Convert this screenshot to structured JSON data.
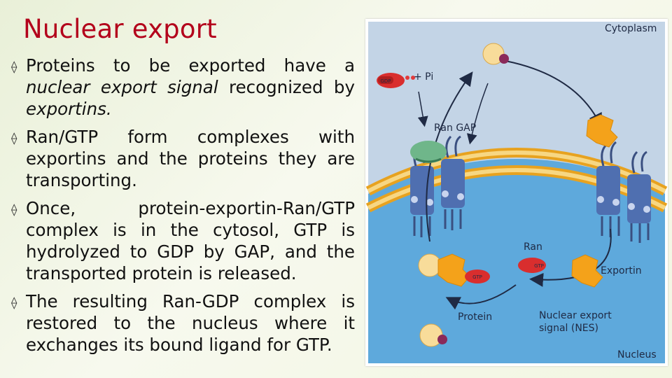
{
  "slide": {
    "title": "Nuclear export",
    "bullets": [
      {
        "parts": [
          {
            "text": "Proteins to be exported have a ",
            "italic": false
          },
          {
            "text": "nuclear export signal",
            "italic": true
          },
          {
            "text": " recognized by ",
            "italic": false
          },
          {
            "text": "exportins.",
            "italic": true
          }
        ]
      },
      {
        "parts": [
          {
            "text": "Ran/GTP form complexes with exportins and the proteins they are transporting.",
            "italic": false
          }
        ]
      },
      {
        "parts": [
          {
            "text": "Once, protein-exportin-Ran/GTP complex is in the cytosol, GTP is hydrolyzed to GDP by GAP, and the transported protein is released.",
            "italic": false
          }
        ]
      },
      {
        "parts": [
          {
            "text": "The resulting Ran-GDP complex is restored to the nucleus where it exchanges its bound ligand for GTP.",
            "italic": false
          }
        ]
      }
    ]
  },
  "diagram": {
    "labels": {
      "cytoplasm": "Cytoplasm",
      "pi": "+ Pi",
      "ran_gap": "Ran GAP",
      "ran": "Ran",
      "exportin": "Exportin",
      "protein": "Protein",
      "nes_line1": "Nuclear export",
      "nes_line2": "signal (NES)",
      "nucleus": "Nucleus",
      "gdp": "GDP",
      "gtp": "GTP"
    }
  }
}
